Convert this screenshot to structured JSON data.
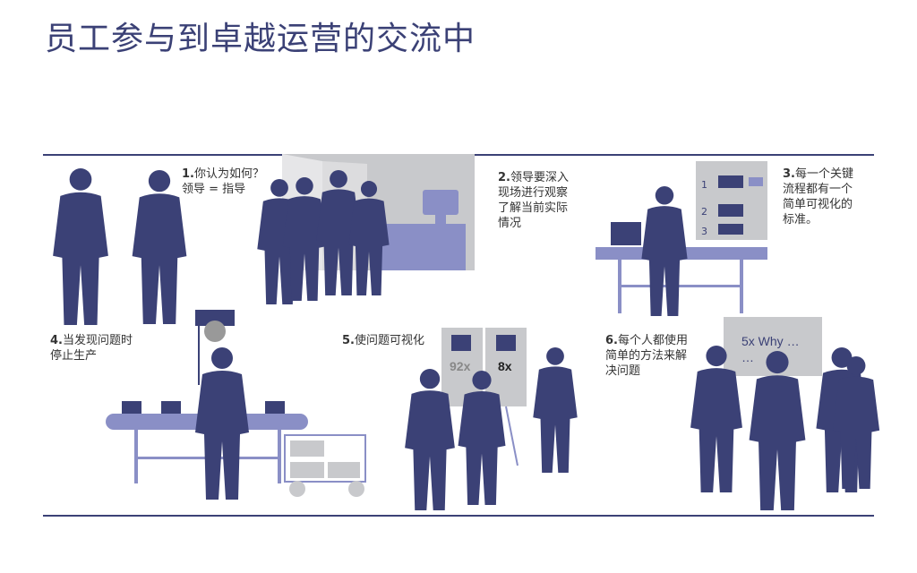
{
  "title": "员工参与到卓越运营的交流中",
  "steps": [
    {
      "num": "1.",
      "text_lines": [
        "你认为如何？",
        "领导 = 指导"
      ]
    },
    {
      "num": "2.",
      "text_lines": [
        "领导要深入",
        "现场进行观察",
        "了解当前实际",
        "情况"
      ]
    },
    {
      "num": "3.",
      "text_lines": [
        "每一个关键",
        "流程都有一个",
        "简单可视化的",
        "标准。"
      ]
    },
    {
      "num": "4.",
      "text_lines": [
        "当发现问题时",
        "停止生产"
      ]
    },
    {
      "num": "5.",
      "text_lines": [
        "使问题可视化"
      ]
    },
    {
      "num": "6.",
      "text_lines": [
        "每个人都使用",
        "简单的方法来解",
        "决问题"
      ]
    }
  ],
  "board5": {
    "left_count": "92x",
    "right_count": "8x"
  },
  "board3": {
    "steps": [
      "1",
      "2",
      "3"
    ]
  },
  "board6": {
    "line1": "5x Why …",
    "line2": "…"
  },
  "colors": {
    "navy": "#3b4176",
    "lavender": "#8a8fc6",
    "gray": "#c8c9cc"
  }
}
